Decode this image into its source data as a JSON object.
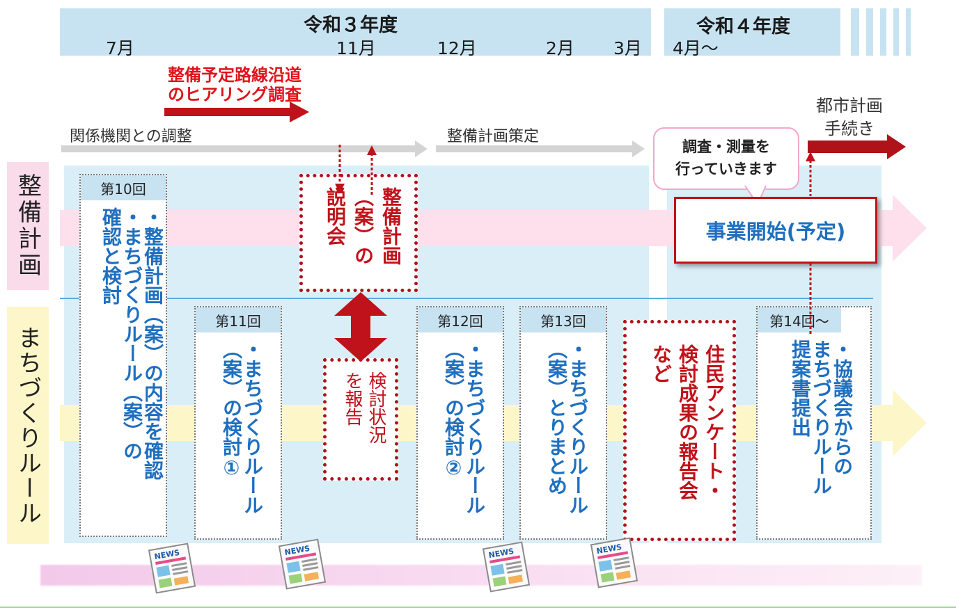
{
  "header": {
    "era1": "令和３年度",
    "era2": "令和４年度",
    "months": [
      "7月",
      "11月",
      "12月",
      "2月",
      "3月",
      "4月～"
    ]
  },
  "top": {
    "hearing_label": "整備予定路線沿道\nのヒアリング調査",
    "coordination_label": "関係機関との調整",
    "plan_label": "整備計画策定",
    "city_plan_label": "都市計画\n手続き",
    "callout_text": "調査・測量を\n行っていきます",
    "project_start": "事業開始(予定)"
  },
  "rows": {
    "plan_row_label": "整備計画",
    "rule_row_label": "まちづくりルール"
  },
  "meetings": [
    {
      "round": "第10回",
      "text": "・整備計画（案）の内容を確認\n・まちづくりルール（案）の\n確認と検討"
    },
    {
      "round": "第11回",
      "text": "・まちづくりルール\n（案）の検討①"
    },
    {
      "round": "第12回",
      "text": "・まちづくりルール\n（案）の検討②"
    },
    {
      "round": "第13回",
      "text": "・まちづくりルール\n（案）とりまとめ"
    },
    {
      "round": "第14回～",
      "text": "・協議会からの\nまちづくりルール\n提案書提出"
    }
  ],
  "events": {
    "briefing": "整備計画\n（案）の\n説明会",
    "report_progress": "検討状況\nを報告",
    "survey_report": "住民アンケート・\n検討成果の報告会\nなど"
  },
  "icons": [
    "news-icon"
  ],
  "colors": {
    "header_blue": "#c7e3f2",
    "red": "#c0121a",
    "blue_text": "#1f6fbf",
    "pink_band": "#fde0ec",
    "yellow_band": "#fdf6c9"
  }
}
